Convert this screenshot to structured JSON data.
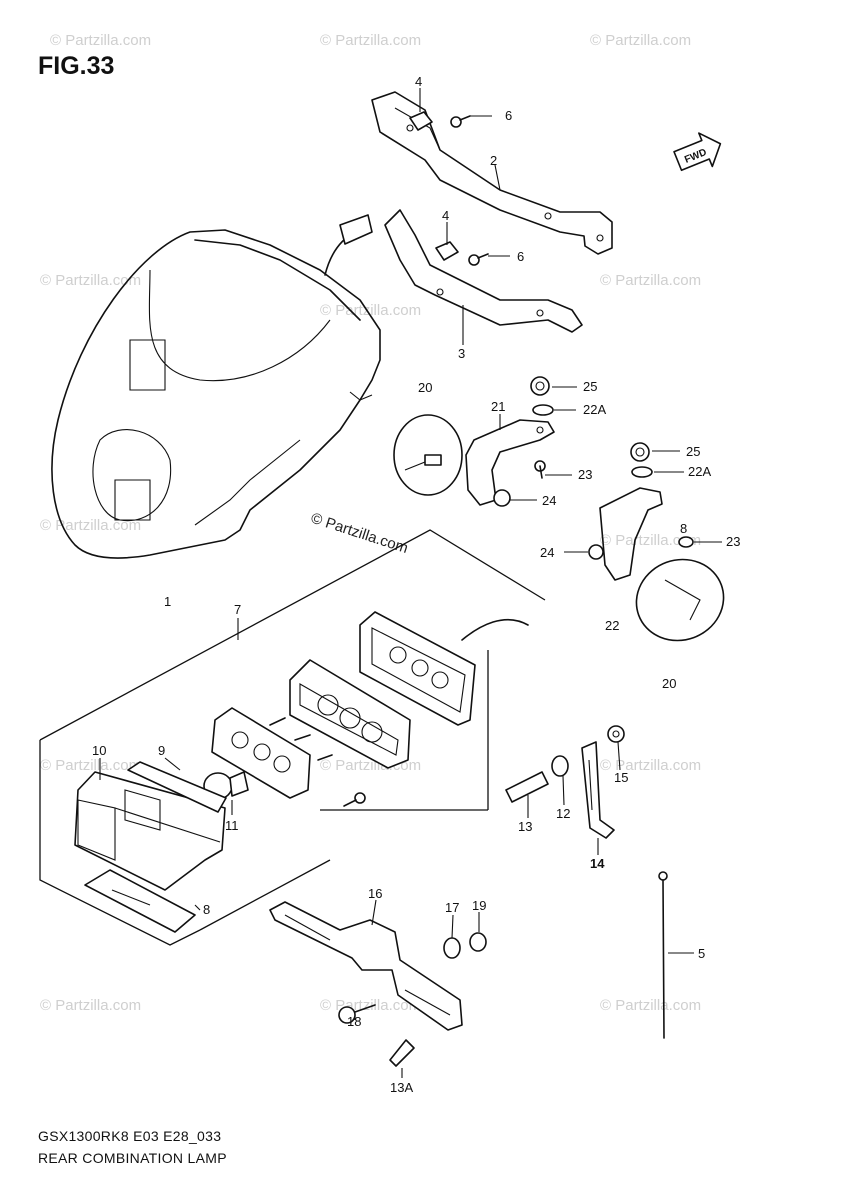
{
  "figure": {
    "title": "FIG.33",
    "model_code": "GSX1300RK8 E03 E28_033",
    "caption": "REAR COMBINATION LAMP"
  },
  "watermark": {
    "text": "© Partzilla.com",
    "center_text": "© Partzilla.com"
  },
  "direction_badge": "FWD",
  "part_labels": {
    "p1": "1",
    "p2": "2",
    "p3": "3",
    "p4a": "4",
    "p4b": "4",
    "p5": "5",
    "p6a": "6",
    "p6b": "6",
    "p7": "7",
    "p8": "8",
    "p9": "9",
    "p10": "10",
    "p11": "11",
    "p12": "12",
    "p13": "13",
    "p13a": "13A",
    "p14": "14",
    "p15": "15",
    "p16": "16",
    "p17": "17",
    "p18": "18",
    "p19": "19",
    "p20a": "20",
    "p20b": "20",
    "p21": "21",
    "p22": "22",
    "p22a1": "22A",
    "p22a2": "22A",
    "p23a": "23",
    "p23b": "23",
    "p24a": "24",
    "p24b": "24",
    "p25a": "25",
    "p25b": "25",
    "p8b": "8"
  },
  "colors": {
    "line": "#111111",
    "watermark": "#cfcfcf"
  }
}
